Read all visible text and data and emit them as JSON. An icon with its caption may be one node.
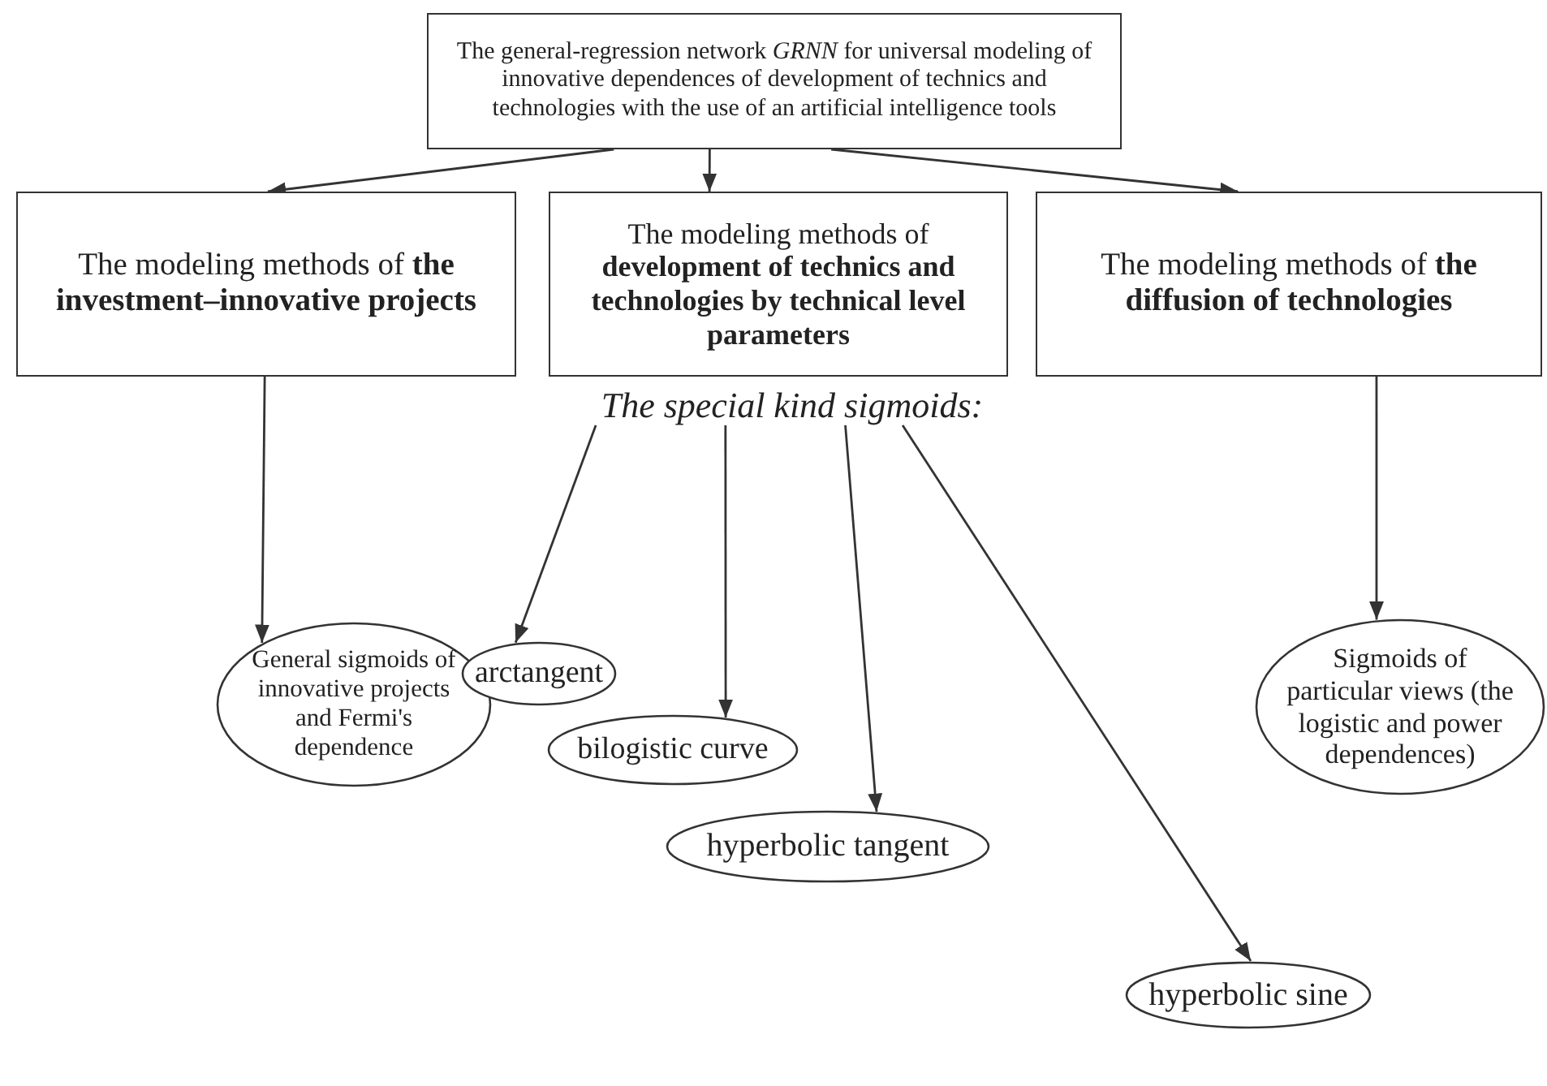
{
  "diagram": {
    "nodes": [
      {
        "text": [
          "The general-regression network *GRNN* for universal modeling of innovative dependences of development of technics and technologies with the use of an artificial intelligence tools"
        ]
      },
      {
        "text": [
          "The modeling methods of **the investment–innovative projects**"
        ]
      },
      {
        "text": [
          "The modeling methods of **development of technics and technologies by technical level parameters**"
        ]
      },
      {
        "text": [
          "The modeling methods of **the diffusion of technologies**"
        ]
      },
      {
        "text": [
          "General sigmoids of innovative projects and Fermi's dependence"
        ]
      },
      {
        "text": [
          "The special kind sigmoids:"
        ]
      },
      {
        "text": [
          "arctangent"
        ]
      },
      {
        "text": [
          "bilogistic curve"
        ]
      },
      {
        "text": [
          "hyperbolic tangent"
        ]
      },
      {
        "text": [
          "hyperbolic sine"
        ]
      },
      {
        "text": [
          "Sigmoids of particular views (the logistic and power dependences)"
        ]
      }
    ],
    "edges": [
      {
        "from": 0,
        "to": 1,
        "arrow": "to"
      },
      {
        "from": 0,
        "to": 2,
        "arrow": "to"
      },
      {
        "from": 0,
        "to": 3,
        "arrow": "to"
      },
      {
        "from": 1,
        "to": 4,
        "arrow": "to"
      },
      {
        "from": 3,
        "to": 10,
        "arrow": "to"
      },
      {
        "from": 5,
        "to": 6,
        "arrow": "to"
      },
      {
        "from": 5,
        "to": 7,
        "arrow": "to"
      },
      {
        "from": 5,
        "to": 8,
        "arrow": "to"
      },
      {
        "from": 5,
        "to": 9,
        "arrow": "to"
      }
    ]
  }
}
